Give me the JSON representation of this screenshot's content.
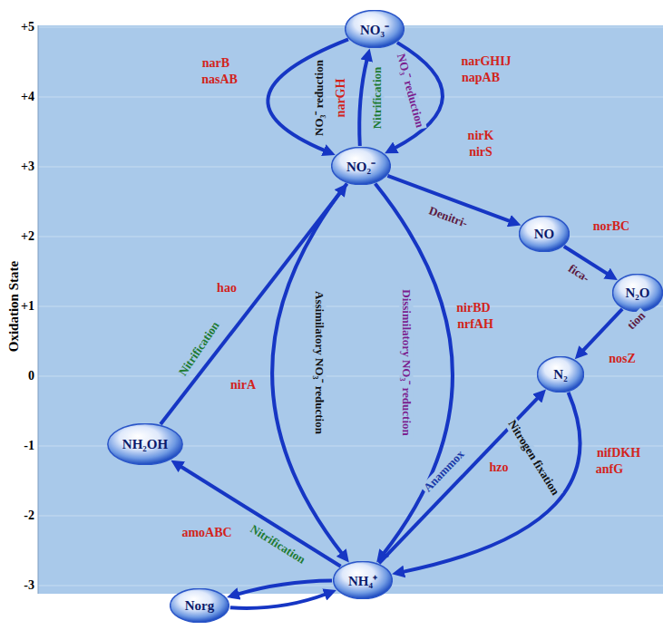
{
  "diagram": {
    "nodes": [
      {
        "text": [
          "NO₃⁻"
        ]
      },
      {
        "text": [
          "NO₂⁻"
        ]
      },
      {
        "text": [
          "NO"
        ]
      },
      {
        "text": [
          "N₂O"
        ]
      },
      {
        "text": [
          "N₂"
        ]
      },
      {
        "text": [
          "NH₂OH"
        ]
      },
      {
        "text": [
          "NH₄⁺"
        ]
      },
      {
        "text": [
          "Norg"
        ]
      }
    ],
    "edges": [
      {
        "from": 0,
        "to": 1,
        "arrow": "to",
        "label": "NO₃⁻ reduction"
      },
      {
        "from": 1,
        "to": 0,
        "arrow": "to",
        "label": "Nitrification"
      },
      {
        "from": 0,
        "to": 1,
        "arrow": "to",
        "label": "NO₃⁻ reduction"
      },
      {
        "from": 1,
        "to": 2,
        "arrow": "to",
        "label": "Denitri-"
      },
      {
        "from": 2,
        "to": 3,
        "arrow": "to",
        "label": "fica-"
      },
      {
        "from": 3,
        "to": 4,
        "arrow": "to",
        "label": "tion"
      },
      {
        "from": 1,
        "to": 6,
        "arrow": "to",
        "label": "Assimilatory NO₃⁻ reduction"
      },
      {
        "from": 1,
        "to": 6,
        "arrow": "to",
        "label": "Dissimilatory NO₃⁻ reduction"
      },
      {
        "from": 6,
        "to": 5,
        "arrow": "to",
        "label": "Nitrification"
      },
      {
        "from": 5,
        "to": 1,
        "arrow": "to",
        "label": "Nitrification"
      },
      {
        "from": 6,
        "to": 4,
        "arrow": "to",
        "label": "Anammox"
      },
      {
        "from": 4,
        "to": 6,
        "arrow": "to",
        "label": "Nitrogen fixation"
      },
      {
        "from": 6,
        "to": 7,
        "arrow": "to"
      },
      {
        "from": 7,
        "to": 6,
        "arrow": "to"
      }
    ],
    "labels": [
      "Oxidation State",
      "+5",
      "+4",
      "+3",
      "+2",
      "+1",
      "0",
      "-1",
      "-2",
      "-3",
      "narB",
      "nasAB",
      "narGH",
      "narGHIJ",
      "napAB",
      "nirK",
      "nirS",
      "norBC",
      "nosZ",
      "hao",
      "nirA",
      "nirBD",
      "nrfAH",
      "amoABC",
      "hzo",
      "nifDKH",
      "anfG"
    ]
  }
}
